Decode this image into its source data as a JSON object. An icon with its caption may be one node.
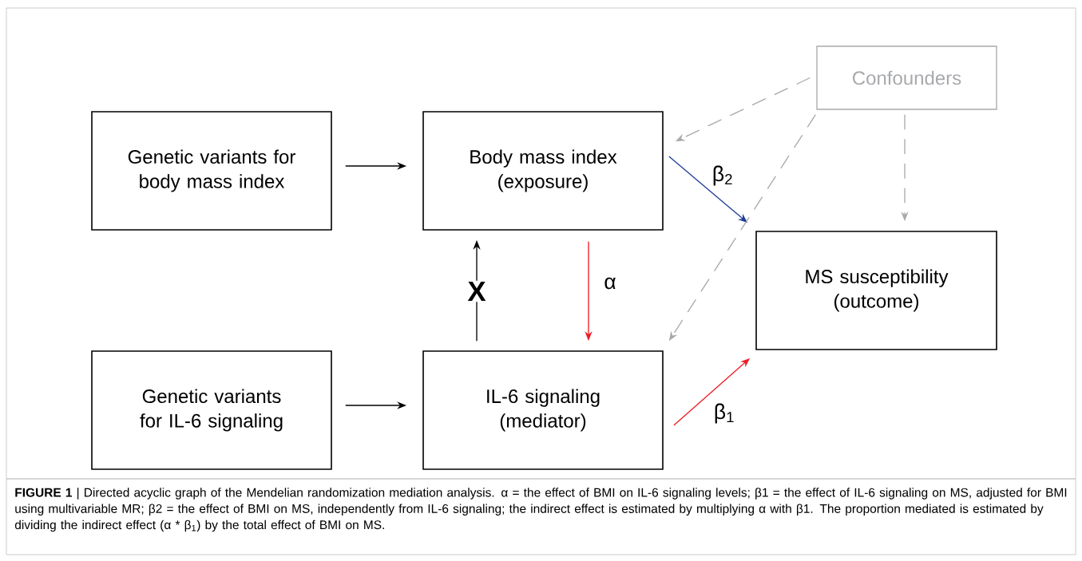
{
  "diagram": {
    "caption": "**FIGURE 1** | Directed acyclic graph of the Mendelian randomization mediation analysis. α = the effect of BMI on IL-6 signaling levels; β1 = the effect of IL-6 signaling on MS, adjusted for BMI using multivariable MR; β2 = the effect of BMI on MS, independently from IL-6 signaling; the indirect effect is estimated by multiplying α with β1. The proportion mediated is estimated by dividing the indirect effect (α * β$_{1}$) by the total effect of BMI on MS.",
    "nodes": [
      {
        "text": [
          "Genetic variants for body mass index"
        ]
      },
      {
        "text": [
          "Body mass index",
          "(exposure)"
        ]
      },
      {
        "text": [
          "Confounders"
        ]
      },
      {
        "text": [
          "MS susceptibility",
          "(outcome)"
        ]
      },
      {
        "text": [
          "Genetic variants for IL-6 signaling"
        ]
      },
      {
        "text": [
          "IL-6 signaling",
          "(mediator)"
        ]
      }
    ],
    "edges": [
      {
        "from": 0,
        "to": 1,
        "arrow": "to"
      },
      {
        "from": 1,
        "to": 3,
        "arrow": "to",
        "label": "β$_{2}$",
        "color": "#1f3e99"
      },
      {
        "from": 1,
        "to": 5,
        "arrow": "to",
        "label": "α",
        "color": "#ed1c24"
      },
      {
        "from": 5,
        "to": 1,
        "arrow": "to",
        "label": "X"
      },
      {
        "from": 4,
        "to": 5,
        "arrow": "to"
      },
      {
        "from": 5,
        "to": 3,
        "arrow": "to",
        "label": "β$_{1}$",
        "color": "#ed1c24"
      },
      {
        "from": 2,
        "to": 1,
        "arrow": "to",
        "style": "dashed",
        "color": "#a7a9ac"
      },
      {
        "from": 2,
        "to": 5,
        "arrow": "to",
        "style": "dashed",
        "color": "#a7a9ac"
      },
      {
        "from": 2,
        "to": 3,
        "arrow": "to",
        "style": "dashed",
        "color": "#a7a9ac"
      }
    ]
  }
}
